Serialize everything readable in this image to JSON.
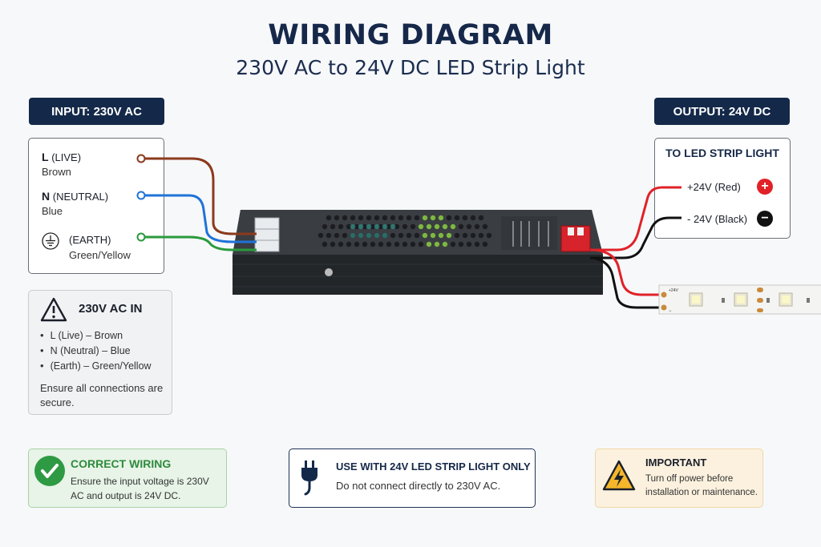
{
  "header": {
    "title": "WIRING DIAGRAM",
    "subtitle": "230V AC to 24V DC LED Strip Light"
  },
  "input": {
    "tag": "INPUT: 230V AC",
    "live_label": "L",
    "live_name": "(LIVE)",
    "live_color": "Brown",
    "neutral_label": "N",
    "neutral_name": "(NEUTRAL)",
    "neutral_color": "Blue",
    "earth_name": "(EARTH)",
    "earth_color": "Green/Yellow"
  },
  "output": {
    "tag": "OUTPUT: 24V DC",
    "strip_title": "TO LED STRIP LIGHT",
    "plus_label": "+24V (Red)",
    "minus_label": "- 24V (Black)",
    "plus_sign": "+",
    "minus_sign": "−"
  },
  "led_strip": {
    "pad_plus": "+24V",
    "pad_minus": "−"
  },
  "ac_in": {
    "title": "230V AC IN",
    "items": [
      "L (Live) – Brown",
      "N (Neutral) – Blue",
      "(Earth) – Green/Yellow"
    ],
    "note": "Ensure all connections are secure."
  },
  "footer": {
    "correct_title": "CORRECT WIRING",
    "correct_text": "Ensure the input voltage is 230V AC and output is 24V DC.",
    "use_title": "USE WITH 24V LED STRIP LIGHT ONLY",
    "use_text": "Do not connect directly to 230V AC.",
    "important_title": "IMPORTANT",
    "important_text": "Turn off power before installation or maintenance."
  },
  "colors": {
    "brown": "#8b3a1c",
    "blue": "#1f73d8",
    "green": "#2a9a3d",
    "red": "#e02228",
    "black": "#111111",
    "navy": "#142949"
  },
  "icons": [
    "earth-icon",
    "warning-icon",
    "check-icon",
    "plug-icon",
    "lightning-warning-icon"
  ]
}
